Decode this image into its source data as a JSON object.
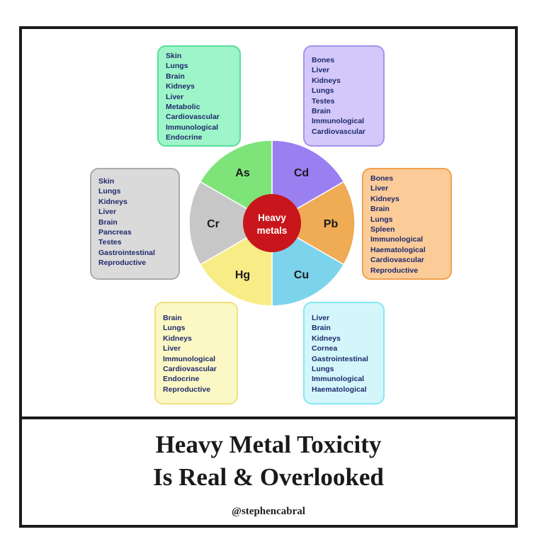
{
  "diagram": {
    "center_label": [
      "Heavy",
      "metals"
    ],
    "segments": [
      {
        "symbol": "As",
        "color": "#7ee47a",
        "organs": [
          "Skin",
          "Lungs",
          "Brain",
          "Kidneys",
          "Liver",
          "Metabolic",
          "Cardiovascular",
          "Immunological",
          "Endocrine"
        ]
      },
      {
        "symbol": "Cd",
        "color": "#9a7ff0",
        "organs": [
          "Bones",
          "Liver",
          "Kidneys",
          "Lungs",
          "Testes",
          "Brain",
          "Immunological",
          "Cardiovascular"
        ]
      },
      {
        "symbol": "Pb",
        "color": "#f0ab55",
        "organs": [
          "Bones",
          "Liver",
          "Kidneys",
          "Brain",
          "Lungs",
          "Spleen",
          "Immunological",
          "Haematological",
          "Cardiovascular",
          "Reproductive"
        ]
      },
      {
        "symbol": "Cu",
        "color": "#7cd3ec",
        "organs": [
          "Liver",
          "Brain",
          "Kidneys",
          "Cornea",
          "Gastrointestinal",
          "Lungs",
          "Immunological",
          "Haematological"
        ]
      },
      {
        "symbol": "Hg",
        "color": "#f8ec86",
        "organs": [
          "Brain",
          "Lungs",
          "Kidneys",
          "Liver",
          "Immunological",
          "Cardiovascular",
          "Endocrine",
          "Reproductive"
        ]
      },
      {
        "symbol": "Cr",
        "color": "#c7c7c7",
        "organs": [
          "Skin",
          "Lungs",
          "Kidneys",
          "Liver",
          "Brain",
          "Pancreas",
          "Testes",
          "Gastrointestinal",
          "Reproductive"
        ]
      }
    ],
    "center_color": "#c8161c"
  },
  "caption": {
    "title_line1": "Heavy Metal Toxicity",
    "title_line2": "Is Real & Overlooked",
    "handle": "@stephencabral"
  }
}
